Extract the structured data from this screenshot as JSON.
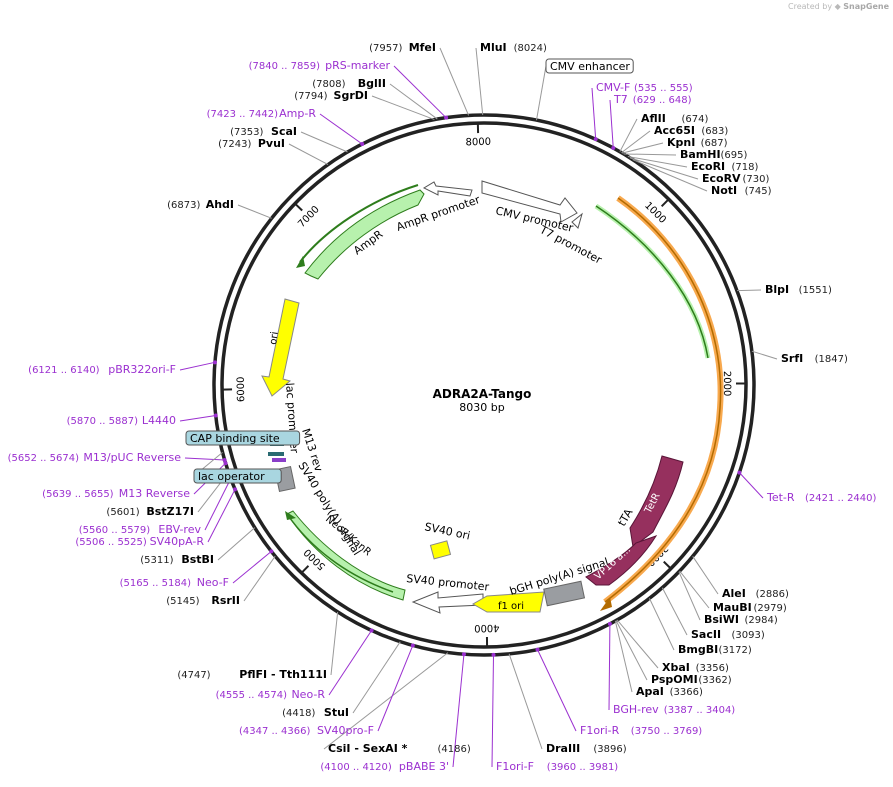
{
  "credit": {
    "prefix": "Created by",
    "brand": "SnapGene"
  },
  "plasmid": {
    "name": "ADRA2A-Tango",
    "length_label": "8030 bp",
    "length_bp": 8030
  },
  "colors": {
    "backbone": "#222222",
    "site_line": "#999999",
    "primer": "#9b30d0",
    "green": "#b7f1ad",
    "green_dark": "#2e7d1c",
    "yellow": "#ffff00",
    "orange": "#f8a94e",
    "purple": "#96305e",
    "gray": "#9a9da1",
    "white": "#ffffff",
    "misc_fill": "#a9d6e0"
  },
  "ticks": [
    {
      "label": "1000",
      "bp": 1000
    },
    {
      "label": "2000",
      "bp": 2000
    },
    {
      "label": "3000",
      "bp": 3000
    },
    {
      "label": "4000",
      "bp": 4000
    },
    {
      "label": "5000",
      "bp": 5000
    },
    {
      "label": "6000",
      "bp": 6000
    },
    {
      "label": "7000",
      "bp": 7000
    },
    {
      "label": "8000",
      "bp": 8000
    }
  ],
  "labels": [
    {
      "kind": "site",
      "name": "MfeI",
      "pos": "(7957)",
      "bp": 7957
    },
    {
      "kind": "site",
      "name": "MluI",
      "pos": "(8024)",
      "bp": 8024
    },
    {
      "kind": "feature",
      "name": "CMV enhancer",
      "bp": 250
    },
    {
      "kind": "primer",
      "name": "pRS-marker",
      "pos": "(7840 .. 7859)",
      "bp": 7850
    },
    {
      "kind": "site",
      "name": "BglII",
      "pos": "(7808)",
      "bp": 7808
    },
    {
      "kind": "site",
      "name": "SgrDI",
      "pos": "(7794)",
      "bp": 7794
    },
    {
      "kind": "primer",
      "name": "Amp-R",
      "pos": "(7423 .. 7442)",
      "bp": 7432
    },
    {
      "kind": "site",
      "name": "ScaI",
      "pos": "(7353)",
      "bp": 7353
    },
    {
      "kind": "site",
      "name": "PvuI",
      "pos": "(7243)",
      "bp": 7243
    },
    {
      "kind": "site",
      "name": "AhdI",
      "pos": "(6873)",
      "bp": 6873
    },
    {
      "kind": "primer",
      "name": "CMV-F",
      "pos": "(535 .. 555)",
      "bp": 545
    },
    {
      "kind": "primer",
      "name": "T7",
      "pos": "(629 .. 648)",
      "bp": 638
    },
    {
      "kind": "site",
      "name": "AflII",
      "pos": "(674)",
      "bp": 674
    },
    {
      "kind": "site",
      "name": "Acc65I",
      "pos": "(683)",
      "bp": 683
    },
    {
      "kind": "site",
      "name": "KpnI",
      "pos": "(687)",
      "bp": 687
    },
    {
      "kind": "site",
      "name": "BamHI",
      "pos": "(695)",
      "bp": 695
    },
    {
      "kind": "site",
      "name": "EcoRI",
      "pos": "(718)",
      "bp": 718
    },
    {
      "kind": "site",
      "name": "EcoRV",
      "pos": "(730)",
      "bp": 730
    },
    {
      "kind": "site",
      "name": "NotI",
      "pos": "(745)",
      "bp": 745
    },
    {
      "kind": "site",
      "name": "BlpI",
      "pos": "(1551)",
      "bp": 1551
    },
    {
      "kind": "site",
      "name": "SrfI",
      "pos": "(1847)",
      "bp": 1847
    },
    {
      "kind": "primer",
      "name": "pBR322ori-F",
      "pos": "(6121 .. 6140)",
      "bp": 6130
    },
    {
      "kind": "primer",
      "name": "L4440",
      "pos": "(5870 .. 5887)",
      "bp": 5878
    },
    {
      "kind": "feature",
      "name": "CAP binding site",
      "bp": 5800
    },
    {
      "kind": "primer",
      "name": "M13/pUC Reverse",
      "pos": "(5652 .. 5674)",
      "bp": 5663
    },
    {
      "kind": "feature",
      "name": "lac operator",
      "bp": 5700
    },
    {
      "kind": "primer",
      "name": "M13 Reverse",
      "pos": "(5639 .. 5655)",
      "bp": 5647
    },
    {
      "kind": "site",
      "name": "BstZ17I",
      "pos": "(5601)",
      "bp": 5601
    },
    {
      "kind": "primer",
      "name": "EBV-rev",
      "pos": "(5560 .. 5579)",
      "bp": 5570
    },
    {
      "kind": "primer",
      "name": "SV40pA-R",
      "pos": "(5506 .. 5525)",
      "bp": 5515
    },
    {
      "kind": "site",
      "name": "BstBI",
      "pos": "(5311)",
      "bp": 5311
    },
    {
      "kind": "primer",
      "name": "Neo-F",
      "pos": "(5165 .. 5184)",
      "bp": 5174
    },
    {
      "kind": "site",
      "name": "RsrII",
      "pos": "(5145)",
      "bp": 5145
    },
    {
      "kind": "primer",
      "name": "Tet-R",
      "pos": "(2421 .. 2440)",
      "bp": 2430
    },
    {
      "kind": "site",
      "name": "AleI",
      "pos": "(2886)",
      "bp": 2886
    },
    {
      "kind": "site",
      "name": "MauBI",
      "pos": "(2979)",
      "bp": 2979
    },
    {
      "kind": "site",
      "name": "BsiWI",
      "pos": "(2984)",
      "bp": 2984
    },
    {
      "kind": "site",
      "name": "SacII",
      "pos": "(3093)",
      "bp": 3093
    },
    {
      "kind": "site",
      "name": "BmgBI",
      "pos": "(3172)",
      "bp": 3172
    },
    {
      "kind": "site",
      "name": "XbaI",
      "pos": "(3356)",
      "bp": 3356
    },
    {
      "kind": "site",
      "name": "PspOMI",
      "pos": "(3362)",
      "bp": 3362
    },
    {
      "kind": "site",
      "name": "ApaI",
      "pos": "(3366)",
      "bp": 3366
    },
    {
      "kind": "primer",
      "name": "BGH-rev",
      "pos": "(3387 .. 3404)",
      "bp": 3395
    },
    {
      "kind": "primer",
      "name": "F1ori-R",
      "pos": "(3750 .. 3769)",
      "bp": 3760
    },
    {
      "kind": "site",
      "name": "DraIII",
      "pos": "(3896)",
      "bp": 3896
    },
    {
      "kind": "primer",
      "name": "F1ori-F",
      "pos": "(3960 .. 3981)",
      "bp": 3970
    },
    {
      "kind": "primer",
      "name": "pBABE 3'",
      "pos": "(4100 .. 4120)",
      "bp": 4110
    },
    {
      "kind": "site",
      "name": "CsiI  - SexAI *",
      "pos": "(4186)",
      "bp": 4186
    },
    {
      "kind": "primer",
      "name": "SV40pro-F",
      "pos": "(4347 .. 4366)",
      "bp": 4356
    },
    {
      "kind": "site",
      "name": "StuI",
      "pos": "(4418)",
      "bp": 4418
    },
    {
      "kind": "primer",
      "name": "Neo-R",
      "pos": "(4555 .. 4574)",
      "bp": 4564
    },
    {
      "kind": "site",
      "name": "PflFI  - Tth111I",
      "pos": "(4747)",
      "bp": 4747
    }
  ],
  "features": [
    {
      "name": "CMV promoter",
      "kind": "white"
    },
    {
      "name": "T7 promoter",
      "kind": "white"
    },
    {
      "name": "AmpR promoter",
      "kind": "white"
    },
    {
      "name": "AmpR",
      "kind": "green"
    },
    {
      "name": "ori",
      "kind": "yellow"
    },
    {
      "name": "lac promoter",
      "kind": "white"
    },
    {
      "name": "M13 rev",
      "kind": "white"
    },
    {
      "name": "SV40 poly(A) signal",
      "kind": "gray"
    },
    {
      "name": "NeoR/KanR",
      "kind": "green"
    },
    {
      "name": "SV40 promoter",
      "kind": "white"
    },
    {
      "name": "SV40 ori",
      "kind": "yellow"
    },
    {
      "name": "f1 ori",
      "kind": "yellow"
    },
    {
      "name": "bGH poly(A) signal",
      "kind": "gray"
    },
    {
      "name": "tTA",
      "kind": "orange"
    },
    {
      "name": "TetR",
      "kind": "purple"
    },
    {
      "name": "VP16 a...",
      "kind": "purple"
    }
  ]
}
